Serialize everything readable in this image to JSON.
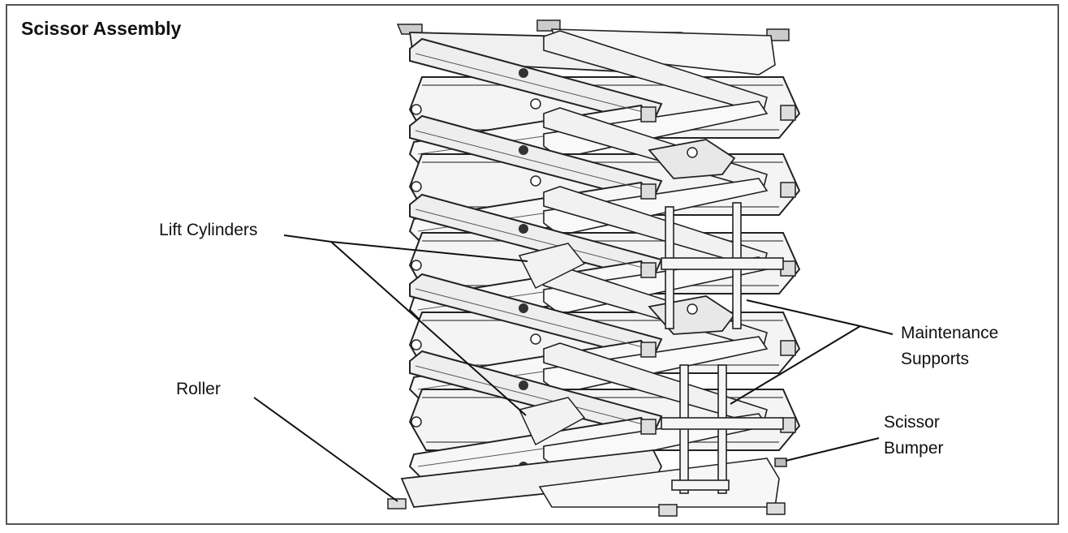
{
  "title": "Scissor Assembly",
  "callouts": {
    "lift_cylinders": "Lift Cylinders",
    "roller": "Roller",
    "maintenance_supports": [
      "Maintenance",
      "Supports"
    ],
    "scissor_bumper": [
      "Scissor",
      "Bumper"
    ]
  }
}
